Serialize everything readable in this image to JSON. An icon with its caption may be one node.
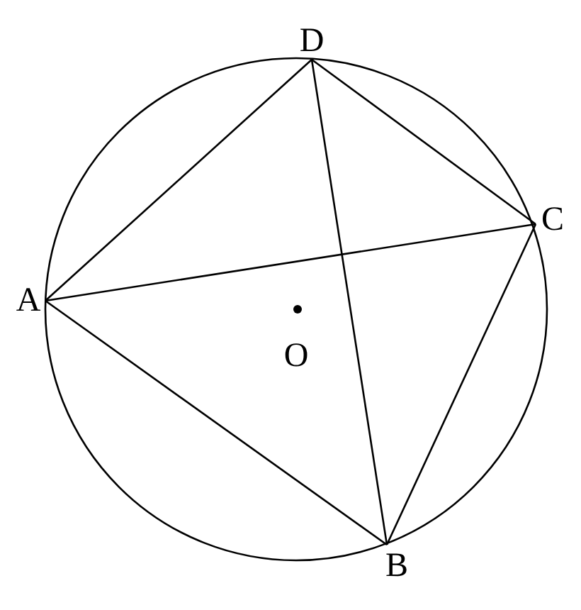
{
  "diagram": {
    "nodes": [
      {
        "text": [
          "D"
        ]
      },
      {
        "text": [
          "C"
        ]
      },
      {
        "text": [
          "A"
        ]
      },
      {
        "text": [
          "O"
        ]
      },
      {
        "text": [
          "B"
        ]
      }
    ],
    "edges": [
      {
        "from": 2,
        "to": 0,
        "arrow": "none"
      },
      {
        "from": 0,
        "to": 1,
        "arrow": "none"
      },
      {
        "from": 1,
        "to": 4,
        "arrow": "none"
      },
      {
        "from": 4,
        "to": 2,
        "arrow": "none"
      },
      {
        "from": 2,
        "to": 1,
        "arrow": "none"
      },
      {
        "from": 0,
        "to": 4,
        "arrow": "none"
      }
    ]
  }
}
